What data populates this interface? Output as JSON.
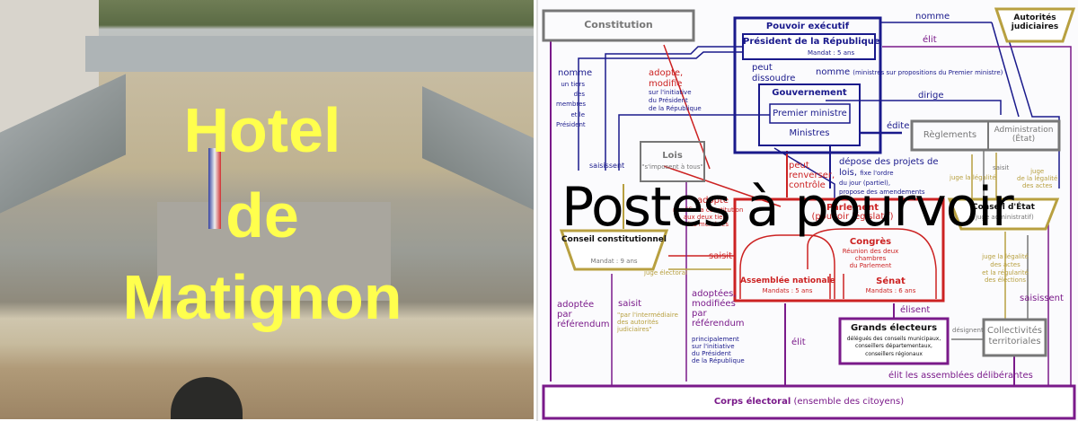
{
  "photo": {
    "title_lines": [
      "Hotel",
      "de",
      "Matignon"
    ]
  },
  "overlay_title": "Postes à pourvoir",
  "diagram": {
    "constitution": "Constitution",
    "pouvoir_executif": "Pouvoir exécutif",
    "president": {
      "name": "Président de la République",
      "mandat": "Mandat : 5 ans"
    },
    "peut_dissoudre": "peut dissoudre",
    "nomme_ministres": "nomme",
    "nomme_ministres_note": "(ministres sur propositions du Premier ministre)",
    "gouvernement": "Gouvernement",
    "premier_ministre": "Premier ministre",
    "ministres": "Ministres",
    "nomme_top": "nomme",
    "autorites_judiciaires": "Autorités judiciaires",
    "elit_top": "élit",
    "dirige": "dirige",
    "edite": "édite",
    "reglements": "Règlements",
    "administration": "Administration (État)",
    "depose": "dépose des projets de lois,",
    "depose_note": [
      "fixe l'ordre",
      "du jour (partiel),",
      "propose des amendements"
    ],
    "adopte_modifie": "adopte, modifie",
    "adopte_modifie_note": [
      "sur l'initiative",
      "du Président",
      "de la République"
    ],
    "nomme_left": "nomme",
    "nomme_left_note": [
      "un tiers",
      "des",
      "membres",
      "et le",
      "Président"
    ],
    "lois": "Lois",
    "lois_note": "\"s'imposent à tous\"",
    "saisissent_left": "saisissent",
    "peut_renverser": [
      "peut",
      "renverser,",
      "contrôle"
    ],
    "parlement": "Parlement",
    "parlement_note": "(pouvoir législatif)",
    "congres": "Congrès",
    "congres_note": [
      "Réunion des deux",
      "chambres",
      "du Parlement"
    ],
    "assemblee": "Assemblée nationale",
    "assemblee_mandat": "Mandats : 5 ans",
    "senat": "Sénat",
    "senat_mandat": "Mandats : 6 ans",
    "conseil_constitutionnel": "Conseil constitutionnel",
    "conseil_mandat": "Mandat : 9 ans",
    "conseil_etat": "Conseil d'État",
    "conseil_etat_note": "(juge administratif)",
    "adopte_const": [
      "adopte",
      "modifie la constitution",
      "aux deux tiers",
      "des membres"
    ],
    "saisit_parlement": "saisit",
    "juge_electoral": "juge électoral",
    "juge_legalite": "juge la légalité",
    "saisit_admin": "saisit",
    "juge_actes": [
      "juge",
      "de la légalité",
      "des actes"
    ],
    "juge_collectivites": [
      "juge la légalité",
      "des actes",
      "et la régularité",
      "des élections"
    ],
    "saisissent_right": "saisissent",
    "elisent": "élisent",
    "grands_electeurs": "Grands électeurs",
    "grands_electeurs_note": [
      "délégués des conseils municipaux,",
      "conseillers départementaux,",
      "conseillers régionaux"
    ],
    "designent": "désignent",
    "collectivites": "Collectivités territoriales",
    "adoptee_referendum": [
      "adoptée",
      "par",
      "référendum"
    ],
    "saisit_citoyens": "saisit",
    "saisit_citoyens_note": [
      "\"par l'intermédiaire",
      "des autorités",
      "judiciaires\""
    ],
    "adoptees_referendum": [
      "adoptées,",
      "modifiées",
      "par",
      "référendum"
    ],
    "principalement": [
      "principalement",
      "sur l'initiative",
      "du Président",
      "de la République"
    ],
    "elit_an": "élit",
    "elit_assemblees": "élit les assemblées délibérantes",
    "corps_electoral": "Corps électoral",
    "corps_electoral_note": "(ensemble des citoyens)"
  },
  "colors": {
    "navy": "#1a1a8c",
    "red": "#cc2222",
    "purple": "#7a1a8a",
    "gold": "#b8a040",
    "grey": "#777777",
    "yellow_text": "#ffff4d"
  }
}
